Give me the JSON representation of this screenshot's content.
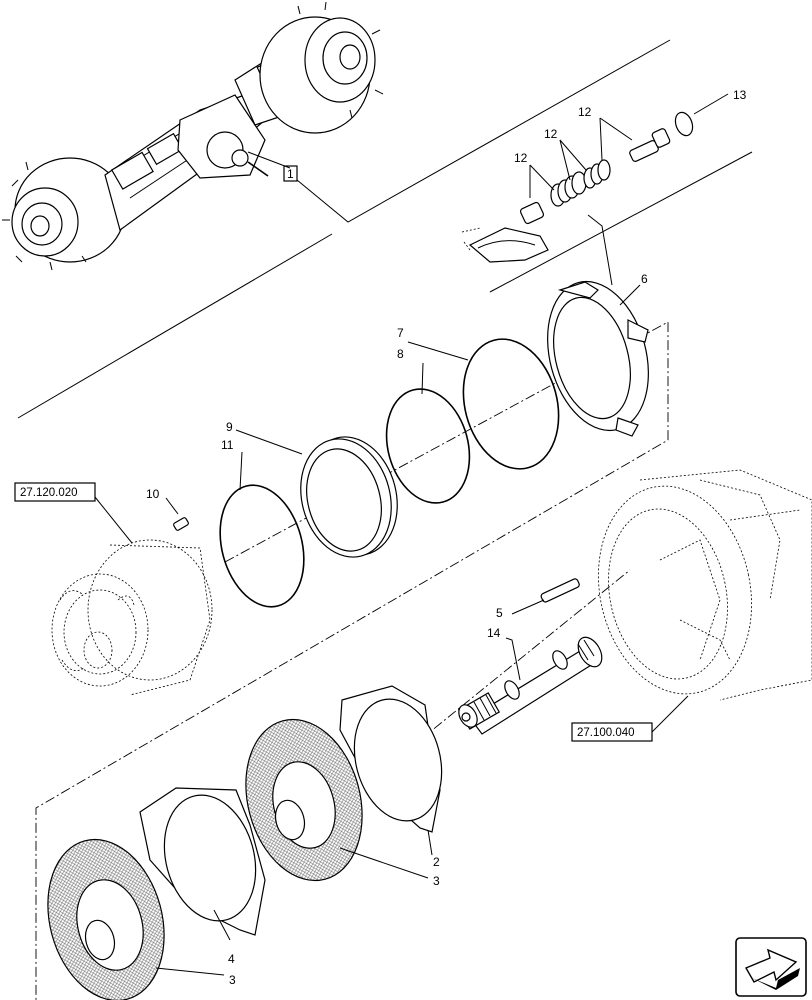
{
  "callouts": {
    "c1": "1",
    "c2": "2",
    "c3a": "3",
    "c3b": "3",
    "c4": "4",
    "c5": "5",
    "c6": "6",
    "c7": "7",
    "c8": "8",
    "c9": "9",
    "c10": "10",
    "c11": "11",
    "c12a": "12",
    "c12b": "12",
    "c12c": "12",
    "c13": "13",
    "c14": "14"
  },
  "references": {
    "ref_left": "27.120.020",
    "ref_right": "27.100.040"
  },
  "icons": {
    "nav": "arrow-navigation-icon"
  }
}
